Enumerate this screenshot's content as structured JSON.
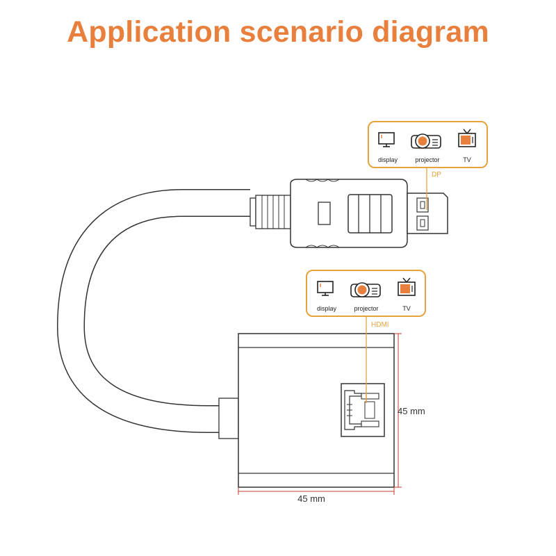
{
  "title": "Application scenario diagram",
  "dp_panel": {
    "devices": [
      "display",
      "projector",
      "TV"
    ],
    "tag": "DP"
  },
  "hdmi_panel": {
    "devices": [
      "display",
      "projector",
      "TV"
    ],
    "tag": "HDMI"
  },
  "dimensions": {
    "height": "45 mm",
    "width": "45 mm"
  },
  "colors": {
    "accent": "#e87f3c",
    "callout": "#e8a23c",
    "dimension_line": "#c0392b",
    "outline": "#333333"
  }
}
